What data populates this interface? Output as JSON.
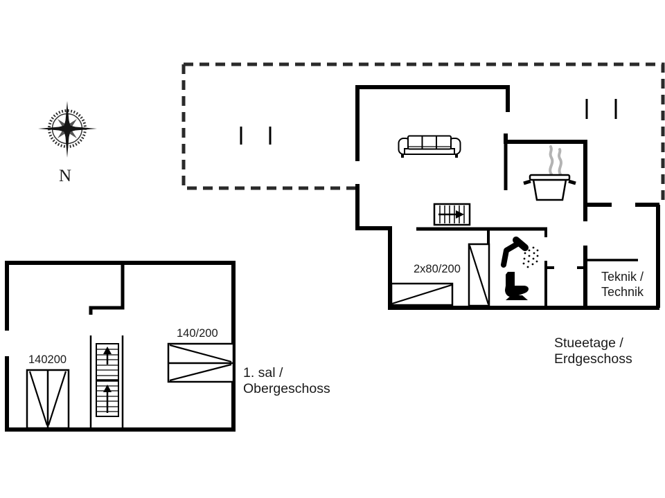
{
  "colors": {
    "lines": "#000000",
    "dashed_outline": "#2a2a2a",
    "steam": "#b3b3b3",
    "text": "#1a1a1a",
    "background": "#ffffff"
  },
  "compass": {
    "direction_label": "N",
    "icon": "compass-rose-icon"
  },
  "upper_floor_plan": {
    "floor_label_line1": "1. sal /",
    "floor_label_line2": "Obergeschoss",
    "wardrobe_dimension": "140200",
    "bed_dimension": "140/200"
  },
  "ground_floor_plan": {
    "floor_label_line1": "Stueetage /",
    "floor_label_line2": "Erdgeschoss",
    "bed_dimension": "2x80/200",
    "technik_room_line1": "Teknik /",
    "technik_room_line2": "Technik"
  },
  "icons": {
    "compass": "compass-rose-icon",
    "sofa": "sofa-icon",
    "stove": "pot-with-steam-icon",
    "ground_floor_stairs": "stairs-right-icon",
    "upper_floor_stairs": "stairs-up-icon",
    "shower": "shower-icon",
    "toilet": "toilet-icon",
    "wardrobes": "wardrobe-icon",
    "bed": "bed-icon"
  }
}
